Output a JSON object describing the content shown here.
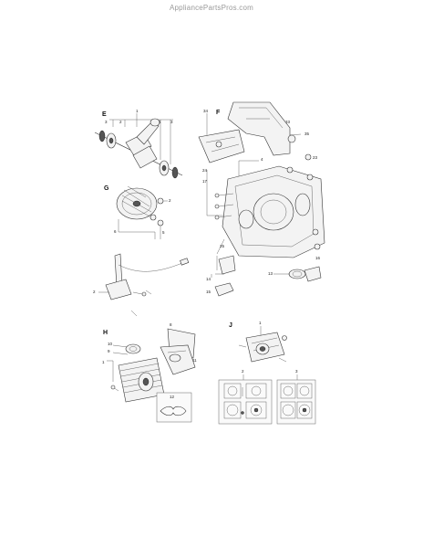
{
  "watermark": "AppliancePartsPros.com",
  "sections": {
    "E": "E",
    "F": "F",
    "G": "G",
    "H": "H",
    "J": "J"
  },
  "callouts": {
    "e_top": [
      "3",
      "2",
      "1",
      "1",
      "3"
    ],
    "f_side": [
      "34",
      "33",
      "35",
      "23",
      "24",
      "17",
      "4"
    ],
    "f_bottom": [
      "25",
      "14",
      "15",
      "13",
      "16"
    ],
    "g": [
      "2",
      "6",
      "5"
    ],
    "coil": [
      "2"
    ],
    "h": [
      "8",
      "10",
      "9",
      "11",
      "1"
    ],
    "h_box": "12",
    "j": [
      "1",
      "2",
      "3"
    ]
  }
}
